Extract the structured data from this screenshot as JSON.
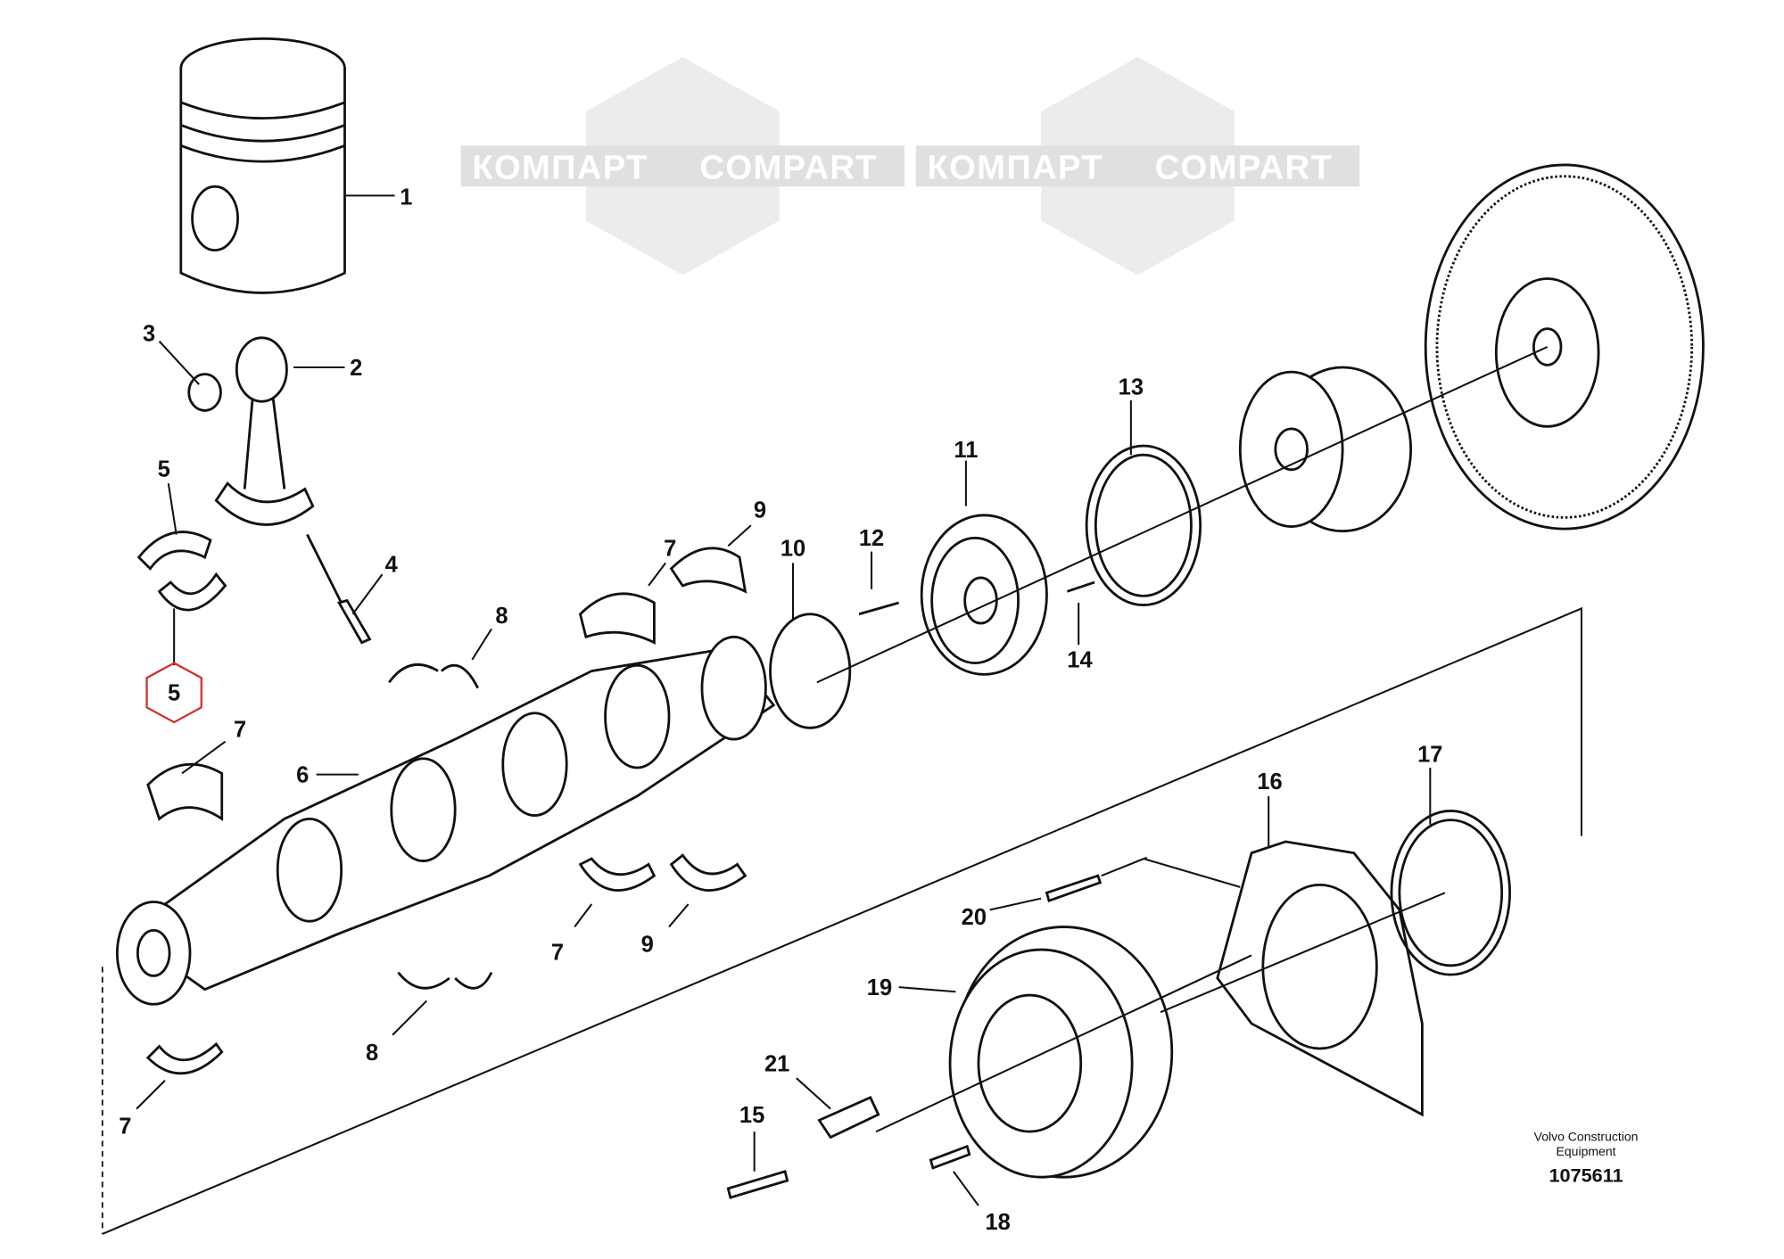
{
  "watermark": {
    "cyrillic": "КОМПАРТ",
    "latin": "COMPART"
  },
  "callouts": [
    "1",
    "2",
    "3",
    "4",
    "5",
    "5",
    "7",
    "6",
    "8",
    "7",
    "9",
    "10",
    "12",
    "11",
    "13",
    "14",
    "7",
    "9",
    "8",
    "7",
    "16",
    "17",
    "20",
    "19",
    "21",
    "15",
    "18"
  ],
  "highlighted_callout": "5",
  "highlight_color": "#d0302a",
  "footer": {
    "maker_line1": "Volvo Construction",
    "maker_line2": "Equipment",
    "drawing_number": "1075611"
  }
}
